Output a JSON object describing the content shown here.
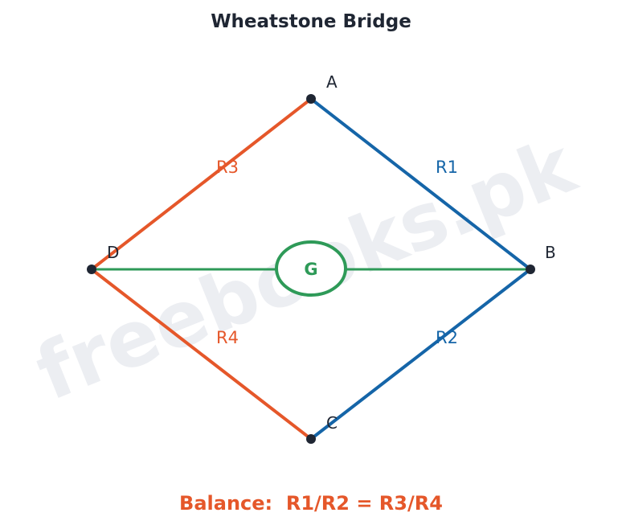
{
  "title": "Wheatstone Bridge",
  "watermark": "freebooks.pk",
  "nodes": {
    "A": "A",
    "B": "B",
    "C": "C",
    "D": "D"
  },
  "resistors": {
    "R1": "R1",
    "R2": "R2",
    "R3": "R3",
    "R4": "R4"
  },
  "galvanometer": "G",
  "balance": "Balance:  R1/R2 = R3/R4",
  "colors": {
    "title": "#1f2633",
    "node": "#1f2633",
    "left_arms": "#e5572a",
    "right_arms": "#1565a8",
    "galvanometer": "#2e9a58",
    "balance": "#e5572a",
    "watermark": "#e4e7ec"
  }
}
